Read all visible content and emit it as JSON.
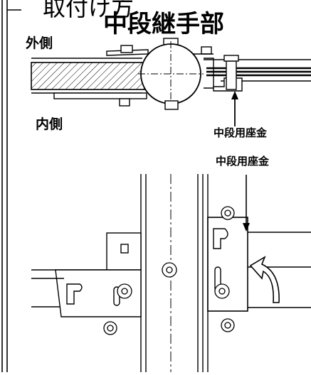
{
  "diagram": {
    "title_partial": "取付け方",
    "title": "中段継手部",
    "label_outer": "外側",
    "label_inner": "内側",
    "callout_washer_top": "中段用座金",
    "callout_washer_bottom": "中段用座金"
  },
  "colors": {
    "line": "#000000",
    "background": "#ffffff",
    "hatch": "#000000"
  }
}
